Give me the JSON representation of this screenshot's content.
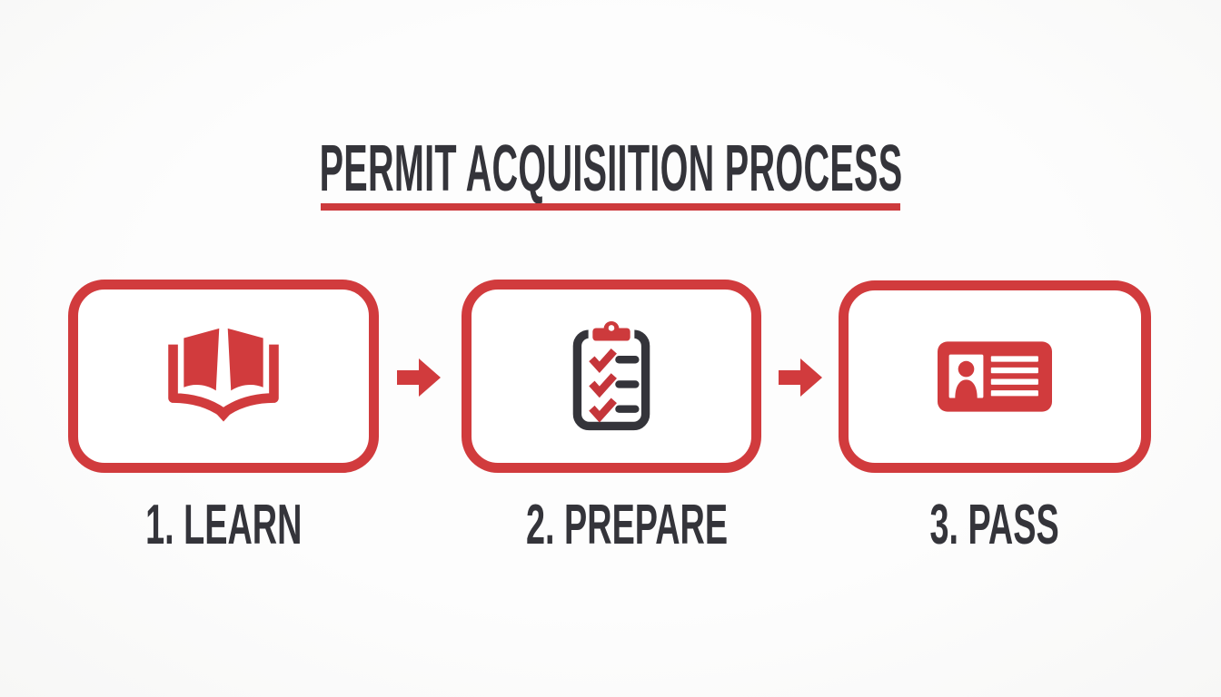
{
  "title": {
    "text": "PERMIT ACQUISIITION PROCESS"
  },
  "steps": [
    {
      "label": "1. LEARN",
      "icon": "open-book-icon"
    },
    {
      "label": "2. PREPARE",
      "icon": "checklist-clipboard-icon"
    },
    {
      "label": "3. PASS",
      "icon": "id-card-icon"
    }
  ],
  "arrows": [
    {
      "icon": "arrow-right-icon"
    },
    {
      "icon": "arrow-right-icon"
    }
  ],
  "colors": {
    "accent_red": "#d13b3d",
    "underline_red": "#cd3a3c",
    "dark_text": "#34343a",
    "card_fill": "#ffffff",
    "background": "#fcfcfc"
  }
}
